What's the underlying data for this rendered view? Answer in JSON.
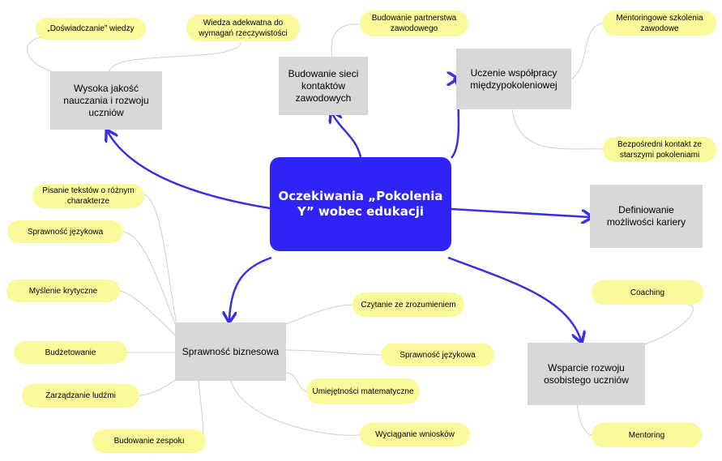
{
  "central": "Oczekiwania „Pokolenia Y” wobec edukacji",
  "topics": {
    "teaching": "Wysoka jakość nauczania i rozwoju uczniów",
    "network": "Budowanie sieci kontaktów zawodowych",
    "cooperation": "Uczenie współpracy międzypokoleniowej",
    "career": "Definiowanie możliwości kariery",
    "business": "Sprawność biznesowa",
    "support": "Wsparcie rozwoju osobistego uczniów"
  },
  "leaves": {
    "experiencing": "„Doświadczanie” wiedzy",
    "adequate_knowledge": "Wiedza adekwatna do wymagań rzeczywistości",
    "partnership": "Budowanie partnerstwa zawodowego",
    "mentoring_training": "Mentoringowe szkolenia zawodowe",
    "direct_contact": "Bezpośredni kontakt ze starszymi pokoleniami",
    "writing_texts": "Pisanie tekstów o różnym charakterze",
    "language_left": "Sprawność językowa",
    "critical_thinking": "Myślenie krytyczne",
    "budgeting": "Budżetowanie",
    "people_management": "Zarządzanie ludźmi",
    "team_building": "Budowanie zespołu",
    "reading": "Czytanie ze zrozumieniem",
    "language_right": "Sprawność językowa",
    "math": "Umiejętności matematyczne",
    "conclusions": "Wyciąganie wniosków",
    "coaching": "Coaching",
    "mentoring": "Mentoring"
  },
  "colors": {
    "central": "#2f24f5",
    "arrow": "#3a30e0",
    "topic_fill": "#d8d8d8",
    "leaf_fill": "#fafa9a",
    "thin_line": "#cfcfcf"
  }
}
